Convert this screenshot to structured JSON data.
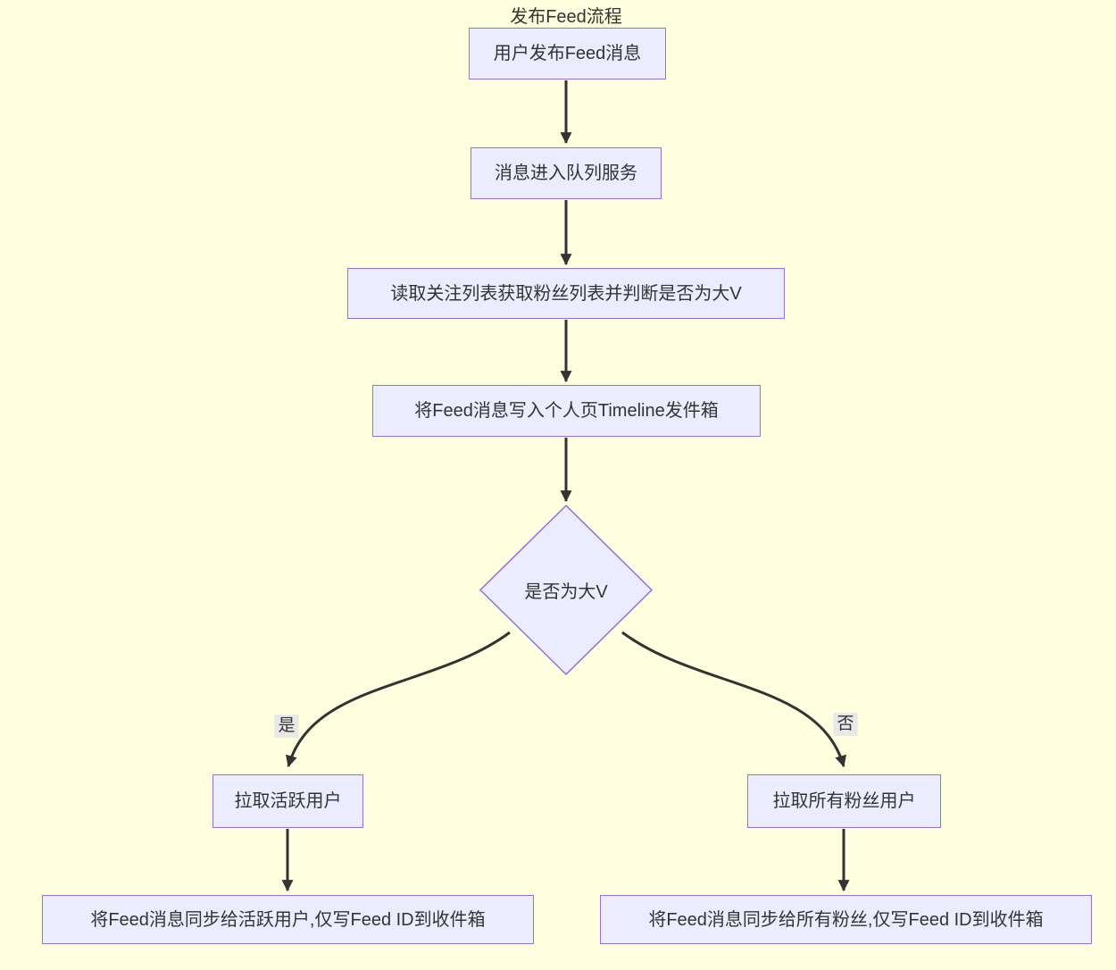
{
  "diagram": {
    "title": "发布Feed流程",
    "type": "flowchart",
    "nodes": {
      "publish": {
        "label": "用户发布Feed消息",
        "shape": "rect"
      },
      "queue": {
        "label": "消息进入队列服务",
        "shape": "rect"
      },
      "read_follow": {
        "label": "读取关注列表获取粉丝列表并判断是否为大V",
        "shape": "rect"
      },
      "write_timeline": {
        "label": "将Feed消息写入个人页Timeline发件箱",
        "shape": "rect"
      },
      "decision": {
        "label": "是否为大V",
        "shape": "diamond"
      },
      "pull_active": {
        "label": "拉取活跃用户",
        "shape": "rect"
      },
      "pull_all": {
        "label": "拉取所有粉丝用户",
        "shape": "rect"
      },
      "sync_active": {
        "label": "将Feed消息同步给活跃用户,仅写Feed ID到收件箱",
        "shape": "rect"
      },
      "sync_all": {
        "label": "将Feed消息同步给所有粉丝,仅写Feed ID到收件箱",
        "shape": "rect"
      }
    },
    "edges": [
      {
        "from": "publish",
        "to": "queue",
        "label": ""
      },
      {
        "from": "queue",
        "to": "read_follow",
        "label": ""
      },
      {
        "from": "read_follow",
        "to": "write_timeline",
        "label": ""
      },
      {
        "from": "write_timeline",
        "to": "decision",
        "label": ""
      },
      {
        "from": "decision",
        "to": "pull_active",
        "label": "是"
      },
      {
        "from": "decision",
        "to": "pull_all",
        "label": "否"
      },
      {
        "from": "pull_active",
        "to": "sync_active",
        "label": ""
      },
      {
        "from": "pull_all",
        "to": "sync_all",
        "label": ""
      }
    ],
    "edge_labels": {
      "yes": "是",
      "no": "否"
    },
    "colors": {
      "background": "#fdffde",
      "node_fill": "#ececff",
      "node_border": "#9370db",
      "edge": "#333333",
      "text": "#333333",
      "edge_label_bg": "#e8e8e8"
    }
  }
}
